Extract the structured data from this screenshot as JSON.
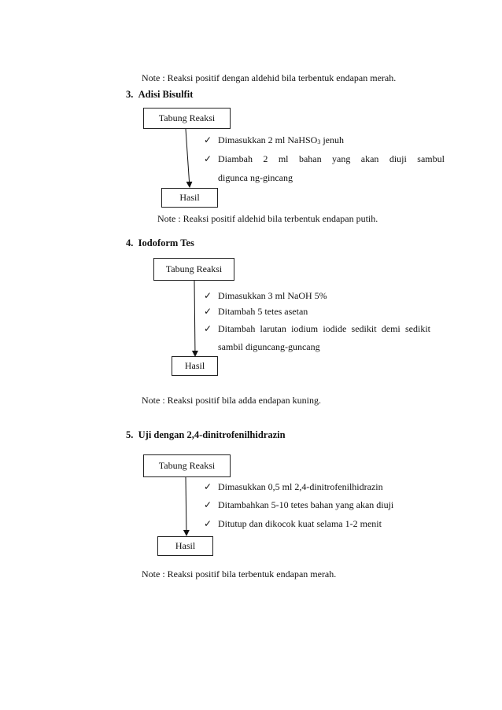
{
  "note0": "Note : Reaksi positif  dengan aldehid  bila terbentuk  endapan merah.",
  "sections": [
    {
      "number": "3.",
      "title": "Adisi Bisulfit",
      "start": "Tabung  Reaksi",
      "steps": [
        "Dimasukkan  2 ml NaHSO",
        "Diambah",
        "digunca ng-gincang"
      ],
      "step1_sub": "3",
      "step1_tail": " jenuh",
      "step2_words": [
        "Diambah",
        "2",
        "ml",
        "bahan",
        "yang",
        "akan",
        "diuji",
        "sambul"
      ],
      "end": "Hasil",
      "note": "Note : Reaksi positif  aldehid  bila terbentuk  endapan putih."
    },
    {
      "number": "4.",
      "title": "Iodoform  Tes",
      "start": "Tabung  Reaksi",
      "steps": [
        "Dimasukkan  3 ml NaOH 5%",
        "Ditambah  5 tetes asetan",
        "sambil  diguncang-guncang"
      ],
      "step3_words": [
        "Ditambah",
        "larutan",
        "iodium",
        "iodide",
        "sedikit",
        "demi",
        "sedikit"
      ],
      "end": "Hasil",
      "note": "Note : Reaksi positif  bila adda endapan kuning."
    },
    {
      "number": "5.",
      "title": "Uji  dengan 2,4-dinitrofenilhidrazin",
      "start": "Tabung  Reaksi",
      "steps": [
        "Dimasukkan  0,5 ml 2,4-dinitrofenilhidrazin",
        "Ditambahkan  5-10 tetes bahan yang akan diuji",
        "Ditutup   dan dikocok  kuat selama  1-2 menit"
      ],
      "end": "Hasil",
      "note": "Note : Reaksi positif  bila terbentuk  endapan merah."
    }
  ],
  "check_glyph": "✓"
}
